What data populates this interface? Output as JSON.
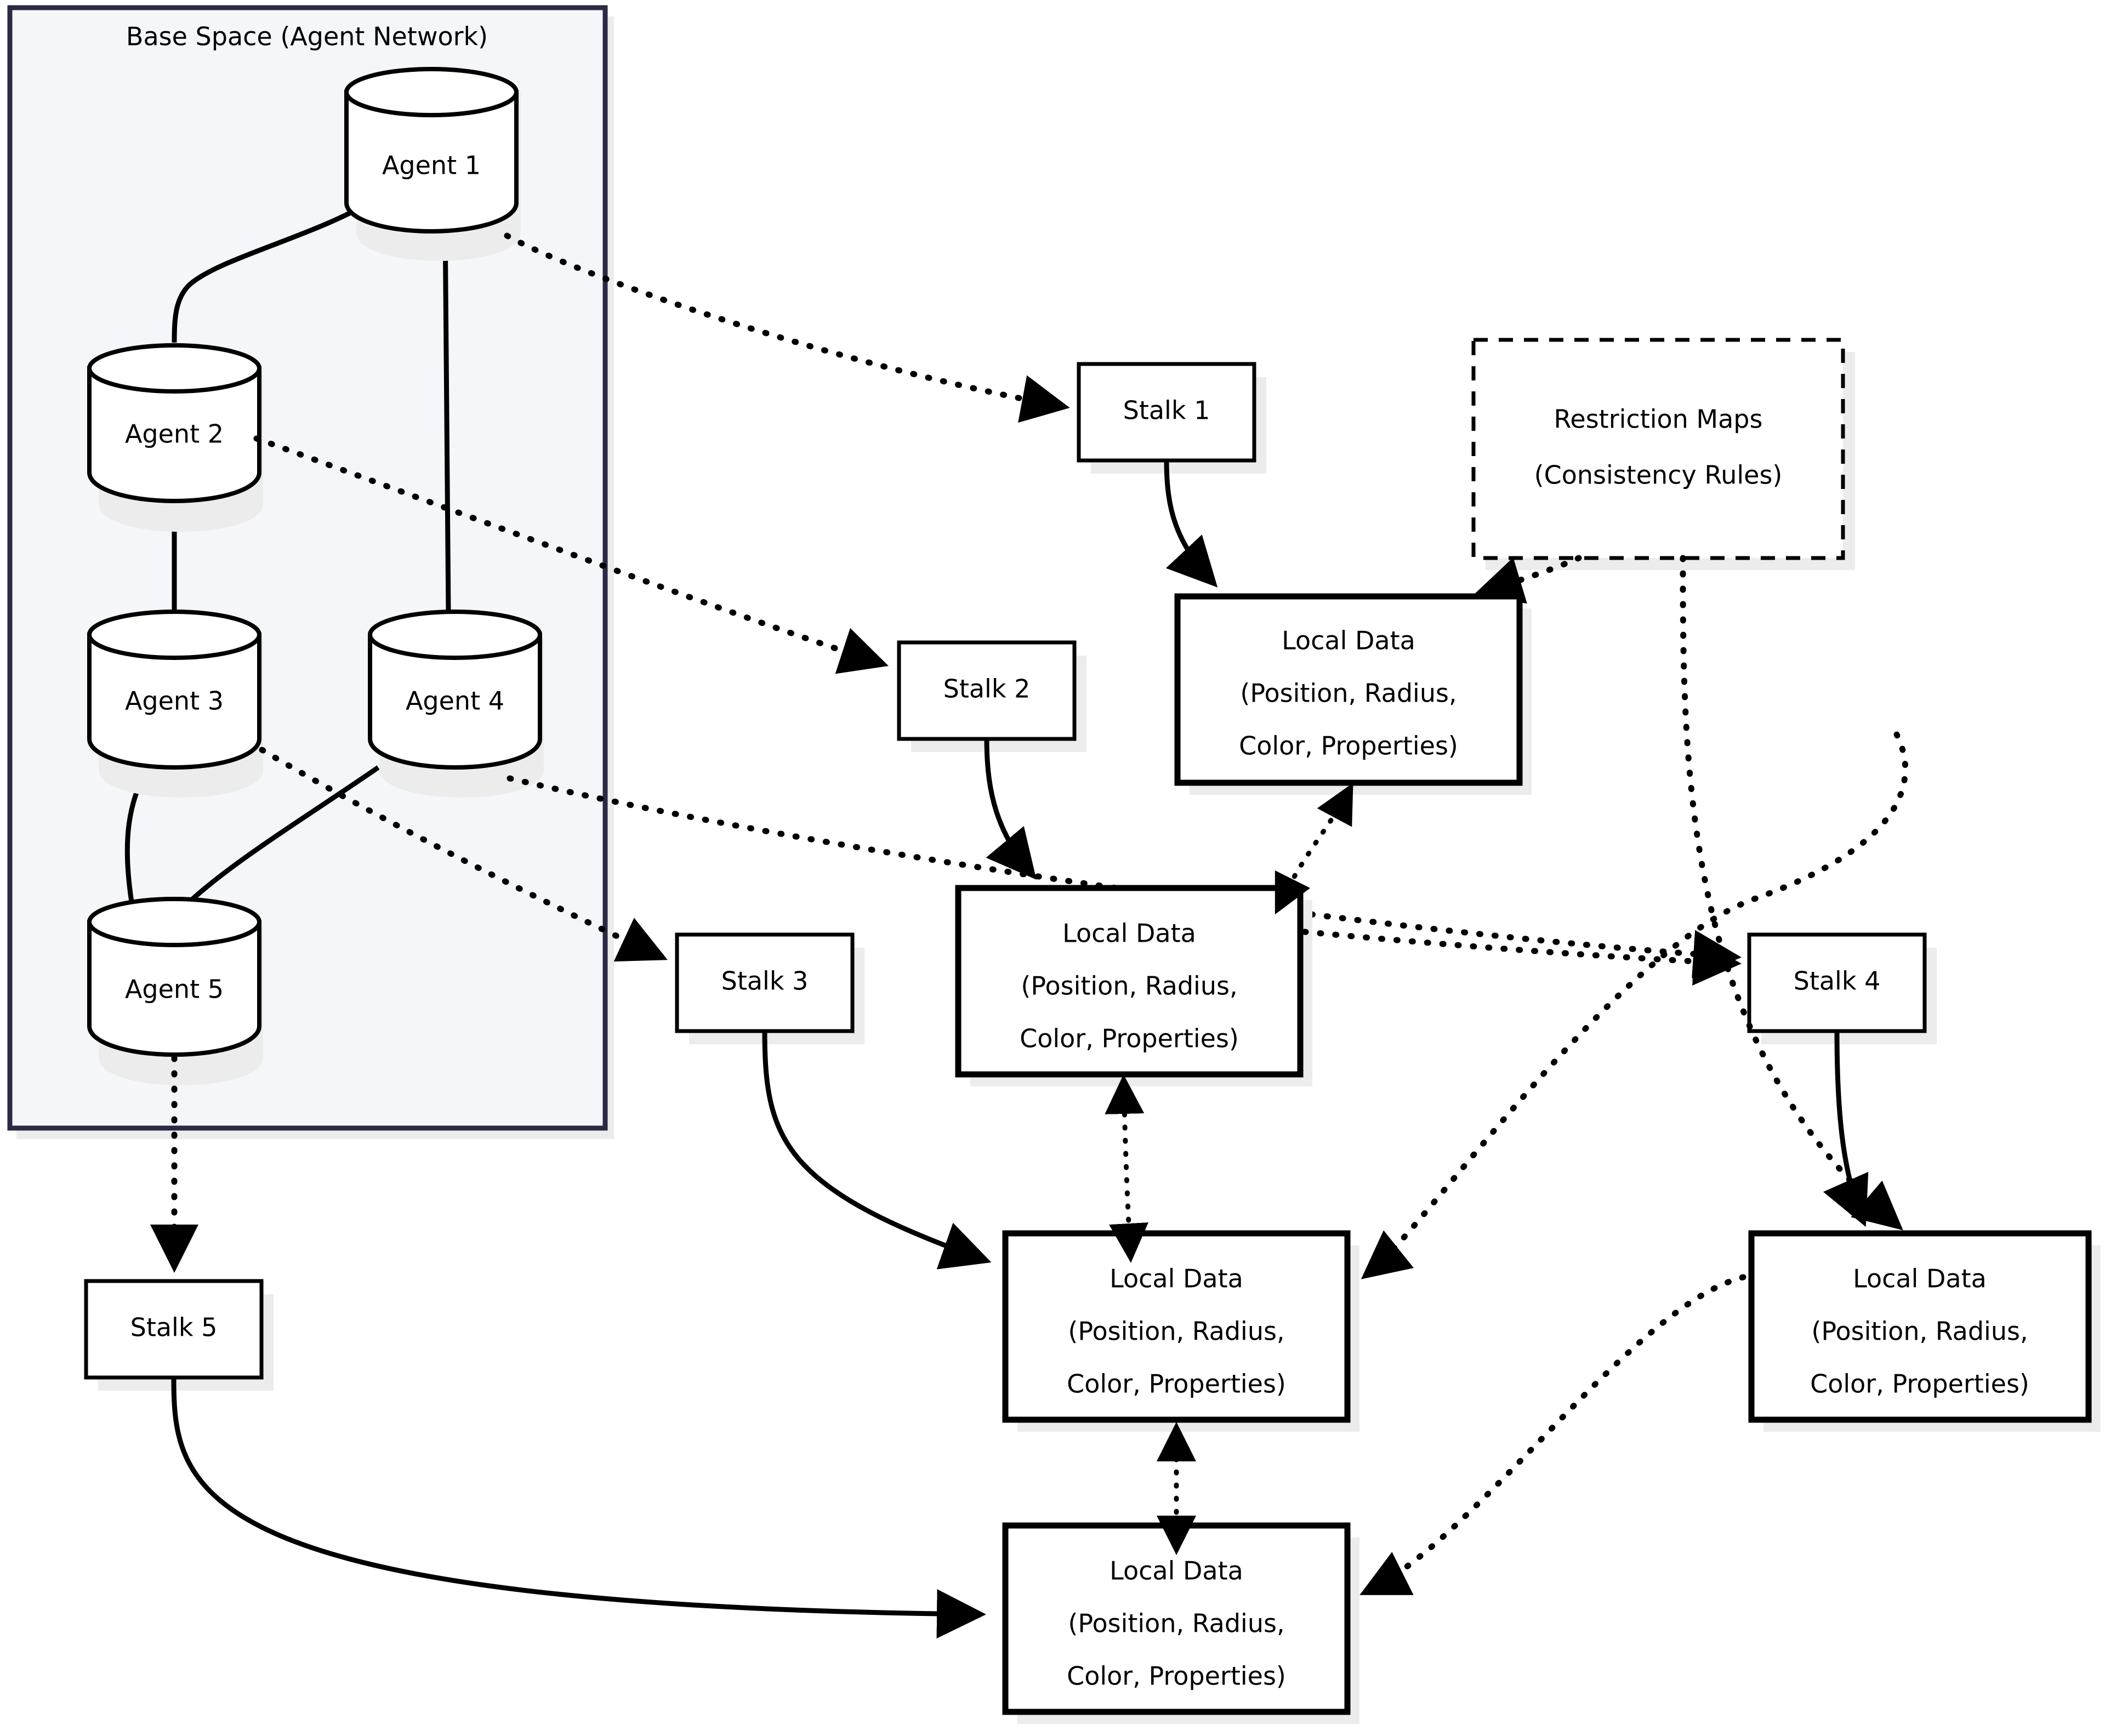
{
  "diagram": {
    "title_text": "Base Space (Agent Network)",
    "group": {
      "label": "Base Space (Agent Network)",
      "fill": "#f5f6fa",
      "stroke": "#2b2a45"
    },
    "agents": [
      {
        "id": "agent1",
        "label": "Agent 1"
      },
      {
        "id": "agent2",
        "label": "Agent 2"
      },
      {
        "id": "agent3",
        "label": "Agent 3"
      },
      {
        "id": "agent4",
        "label": "Agent 4"
      },
      {
        "id": "agent5",
        "label": "Agent 5"
      }
    ],
    "stalks": [
      {
        "id": "stalk1",
        "label": "Stalk 1"
      },
      {
        "id": "stalk2",
        "label": "Stalk 2"
      },
      {
        "id": "stalk3",
        "label": "Stalk 3"
      },
      {
        "id": "stalk4",
        "label": "Stalk 4"
      },
      {
        "id": "stalk5",
        "label": "Stalk 5"
      }
    ],
    "local_data": [
      {
        "id": "ld1",
        "line1": "Local Data",
        "line2": "(Position, Radius,",
        "line3": "Color, Properties)"
      },
      {
        "id": "ld2",
        "line1": "Local Data",
        "line2": "(Position, Radius,",
        "line3": "Color, Properties)"
      },
      {
        "id": "ld3",
        "line1": "Local Data",
        "line2": "(Position, Radius,",
        "line3": "Color, Properties)"
      },
      {
        "id": "ld4",
        "line1": "Local Data",
        "line2": "(Position, Radius,",
        "line3": "Color, Properties)"
      },
      {
        "id": "ld5",
        "line1": "Local Data",
        "line2": "(Position, Radius,",
        "line3": "Color, Properties)"
      }
    ],
    "restriction_maps": {
      "id": "restriction-maps",
      "line1": "Restriction Maps",
      "line2": "(Consistency Rules)"
    },
    "colors": {
      "background": "#ffffff",
      "stroke": "#000000",
      "group_fill": "#f5f6fa",
      "group_stroke": "#2b2a45",
      "shadow": "#ececec"
    },
    "edges": {
      "agent_links": [
        {
          "from": "agent1",
          "to": "agent2",
          "style": "solid"
        },
        {
          "from": "agent1",
          "to": "agent4",
          "style": "solid"
        },
        {
          "from": "agent2",
          "to": "agent3",
          "style": "solid"
        },
        {
          "from": "agent3",
          "to": "agent5",
          "style": "solid"
        },
        {
          "from": "agent4",
          "to": "agent5",
          "style": "solid"
        }
      ],
      "agent_to_stalk": [
        {
          "from": "agent1",
          "to": "stalk1",
          "style": "dotted"
        },
        {
          "from": "agent2",
          "to": "stalk2",
          "style": "dotted"
        },
        {
          "from": "agent3",
          "to": "stalk3",
          "style": "dotted"
        },
        {
          "from": "agent4",
          "to": "stalk4",
          "style": "dotted"
        },
        {
          "from": "agent5",
          "to": "stalk5",
          "style": "dotted"
        }
      ],
      "stalk_to_local_data": [
        {
          "from": "stalk1",
          "to": "ld1",
          "style": "solid"
        },
        {
          "from": "stalk2",
          "to": "ld2",
          "style": "solid"
        },
        {
          "from": "stalk3",
          "to": "ld3",
          "style": "solid"
        },
        {
          "from": "stalk4",
          "to": "ld4",
          "style": "solid"
        },
        {
          "from": "stalk5",
          "to": "ld5",
          "style": "solid"
        }
      ],
      "consistency": [
        {
          "between": [
            "ld1",
            "ld2"
          ],
          "style": "dotted-bidirectional"
        },
        {
          "between": [
            "ld2",
            "ld3"
          ],
          "style": "dotted-bidirectional"
        },
        {
          "between": [
            "ld3",
            "ld5"
          ],
          "style": "dotted-bidirectional"
        },
        {
          "between": [
            "ld4",
            "ld5"
          ],
          "style": "dotted-bidirectional"
        }
      ],
      "restriction_targets": [
        {
          "from": "restriction-maps",
          "to": "ld1",
          "style": "dotted"
        },
        {
          "from": "restriction-maps",
          "to": "ld4",
          "style": "dotted"
        }
      ]
    }
  }
}
